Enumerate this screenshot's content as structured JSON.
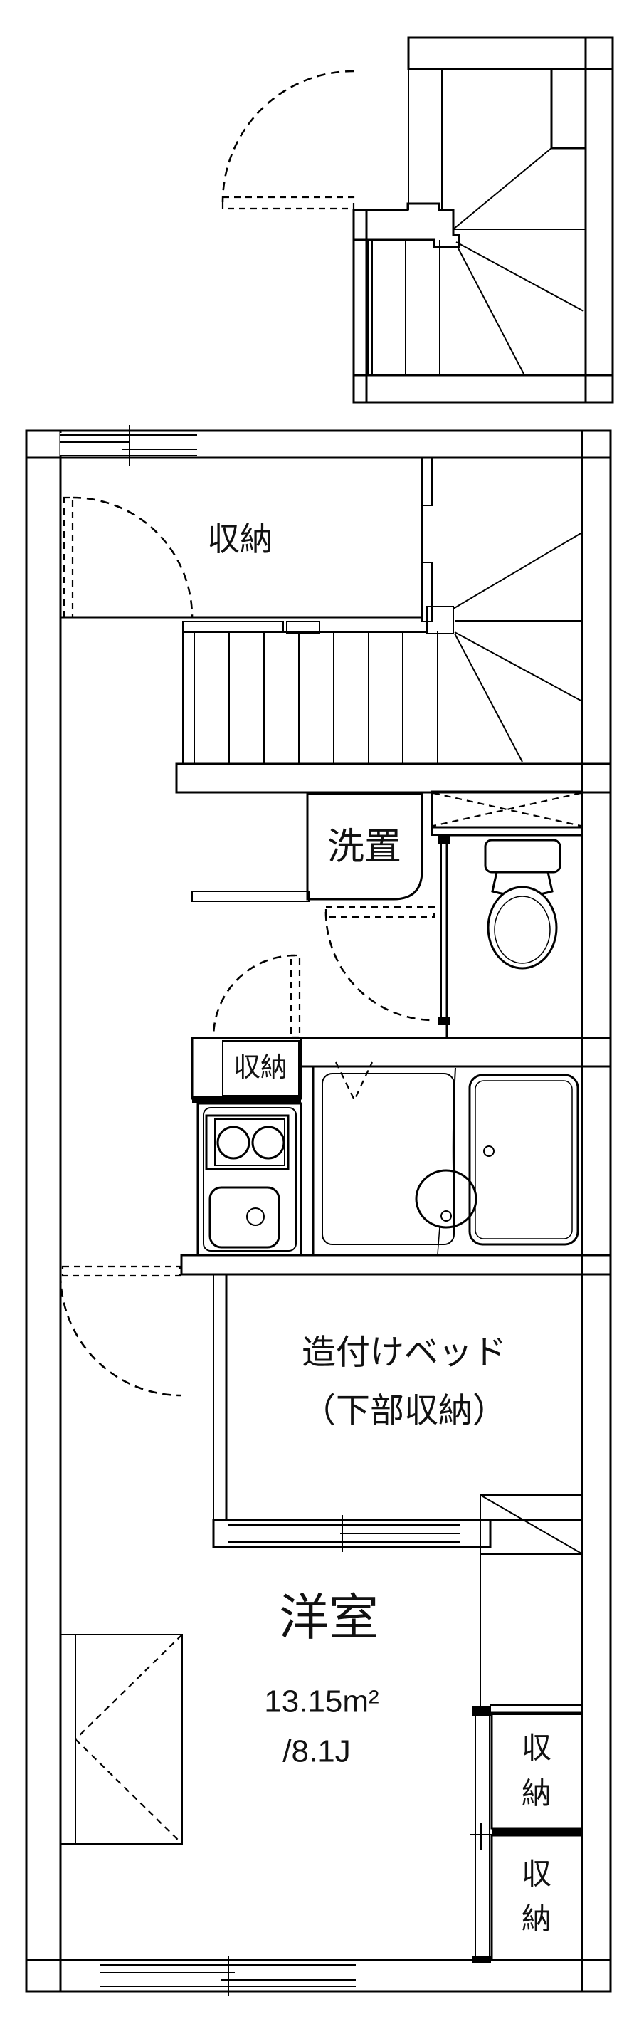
{
  "colors": {
    "wall": "#828282",
    "cream": "#FBEFD9",
    "blue": "#DAE6F5",
    "white": "#FFFFFF",
    "line": "#000000"
  },
  "rooms": {
    "storage_top": {
      "label": "収納"
    },
    "washer_place": {
      "label": "洗置"
    },
    "storage_small": {
      "label": "収納"
    },
    "built_in_bed": {
      "label_line1": "造付けベッド",
      "label_line2": "（下部収納）"
    },
    "main_room": {
      "name": "洋室",
      "area_m2": "13.15m²",
      "area_tatami": "/8.1J"
    },
    "storage_right_top": {
      "char1": "収",
      "char2": "納"
    },
    "storage_right_bottom": {
      "char1": "収",
      "char2": "納"
    }
  }
}
